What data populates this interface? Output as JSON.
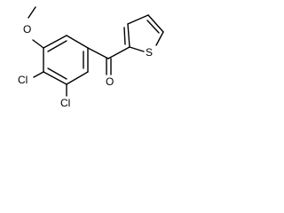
{
  "molecule": {
    "atoms": {
      "oxygen_methoxy": "O",
      "chlorine_3": "Cl",
      "chlorine_2": "Cl",
      "oxygen_carbonyl": "O",
      "sulfur": "S"
    }
  },
  "colors": {
    "bond": "#000000",
    "label": "#000000",
    "background": "#ffffff"
  }
}
